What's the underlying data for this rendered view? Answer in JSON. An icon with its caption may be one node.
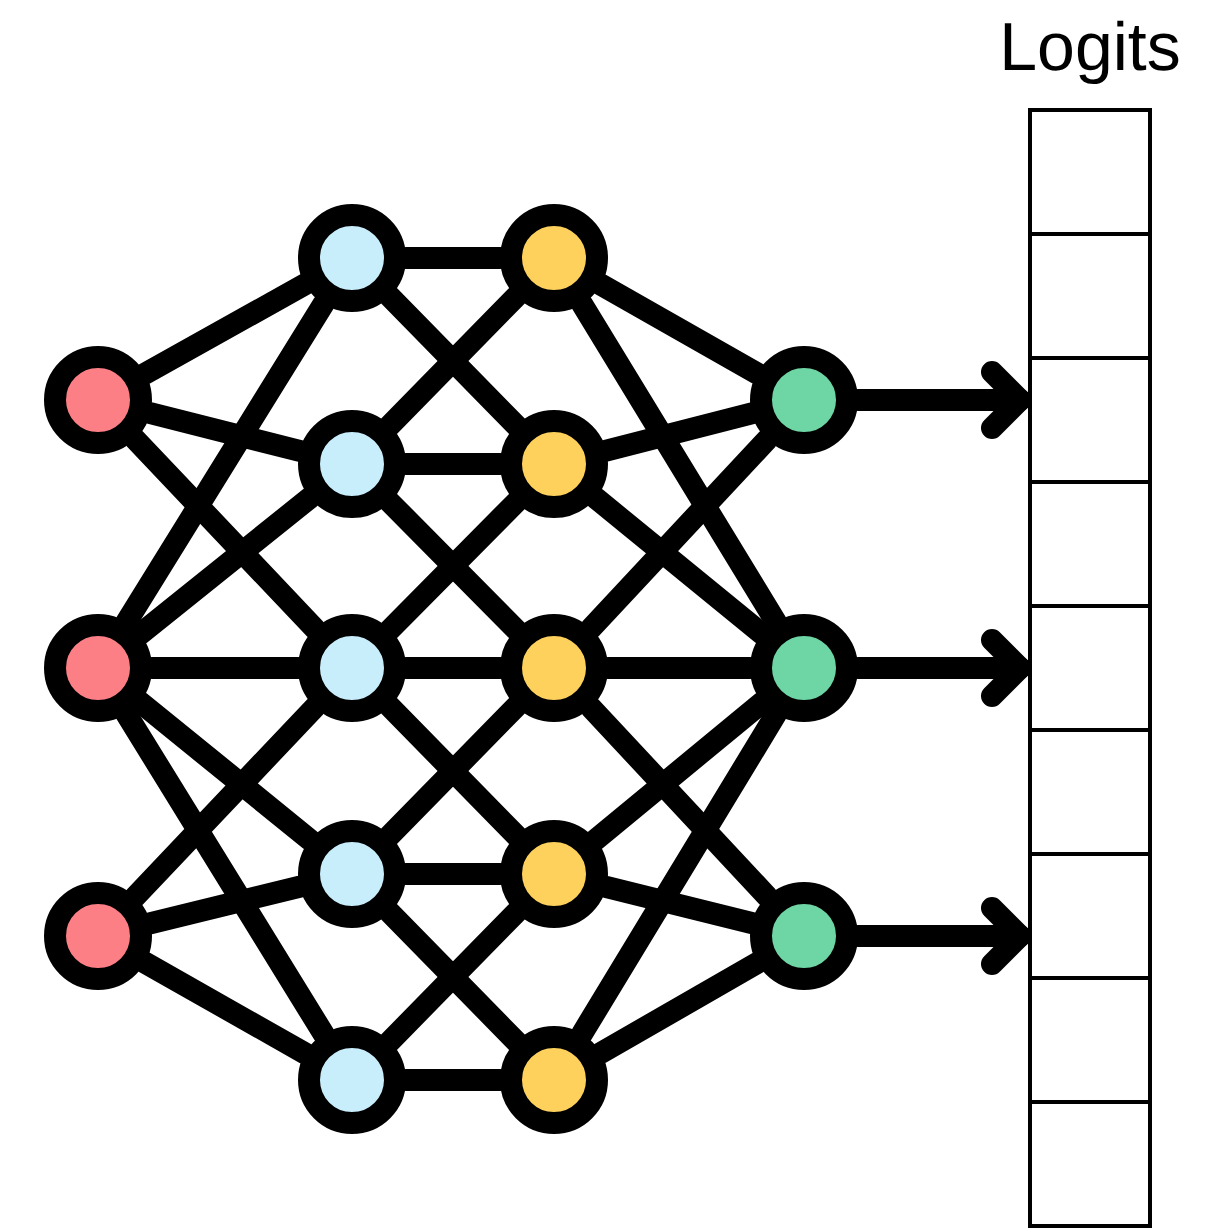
{
  "diagram": {
    "nodes": [
      {
        "text": [],
        "shape": "circle"
      },
      {
        "text": [],
        "shape": "circle"
      },
      {
        "text": [],
        "shape": "circle"
      },
      {
        "text": [],
        "shape": "circle"
      },
      {
        "text": [],
        "shape": "circle"
      },
      {
        "text": [],
        "shape": "circle"
      },
      {
        "text": [],
        "shape": "circle"
      },
      {
        "text": [],
        "shape": "circle"
      },
      {
        "text": [],
        "shape": "circle"
      },
      {
        "text": [],
        "shape": "circle"
      },
      {
        "text": [],
        "shape": "circle"
      },
      {
        "text": [],
        "shape": "circle"
      },
      {
        "text": [],
        "shape": "circle"
      },
      {
        "text": [],
        "shape": "circle"
      },
      {
        "text": [],
        "shape": "circle"
      },
      {
        "text": [],
        "shape": "circle"
      },
      {
        "text": [
          "Logits"
        ]
      },
      {
        "text": [],
        "shape": "box",
        "in": 16
      },
      {
        "text": [],
        "shape": "box",
        "in": 16
      },
      {
        "text": [],
        "shape": "box",
        "in": 16
      },
      {
        "text": [],
        "shape": "box",
        "in": 16
      },
      {
        "text": [],
        "shape": "box",
        "in": 16
      },
      {
        "text": [],
        "shape": "box",
        "in": 16
      },
      {
        "text": [],
        "shape": "box",
        "in": 16
      },
      {
        "text": [],
        "shape": "box",
        "in": 16
      },
      {
        "text": [],
        "shape": "box",
        "in": 16
      }
    ],
    "edges": [
      {
        "from": 0,
        "to": 3,
        "arrow": "none"
      },
      {
        "from": 0,
        "to": 4,
        "arrow": "none"
      },
      {
        "from": 0,
        "to": 5,
        "arrow": "none"
      },
      {
        "from": 1,
        "to": 3,
        "arrow": "none"
      },
      {
        "from": 1,
        "to": 4,
        "arrow": "none"
      },
      {
        "from": 1,
        "to": 5,
        "arrow": "none"
      },
      {
        "from": 1,
        "to": 6,
        "arrow": "none"
      },
      {
        "from": 1,
        "to": 7,
        "arrow": "none"
      },
      {
        "from": 2,
        "to": 5,
        "arrow": "none"
      },
      {
        "from": 2,
        "to": 6,
        "arrow": "none"
      },
      {
        "from": 2,
        "to": 7,
        "arrow": "none"
      },
      {
        "from": 3,
        "to": 8,
        "arrow": "none"
      },
      {
        "from": 3,
        "to": 9,
        "arrow": "none"
      },
      {
        "from": 4,
        "to": 8,
        "arrow": "none"
      },
      {
        "from": 4,
        "to": 9,
        "arrow": "none"
      },
      {
        "from": 4,
        "to": 10,
        "arrow": "none"
      },
      {
        "from": 5,
        "to": 9,
        "arrow": "none"
      },
      {
        "from": 5,
        "to": 10,
        "arrow": "none"
      },
      {
        "from": 5,
        "to": 11,
        "arrow": "none"
      },
      {
        "from": 6,
        "to": 10,
        "arrow": "none"
      },
      {
        "from": 6,
        "to": 11,
        "arrow": "none"
      },
      {
        "from": 6,
        "to": 12,
        "arrow": "none"
      },
      {
        "from": 7,
        "to": 11,
        "arrow": "none"
      },
      {
        "from": 7,
        "to": 12,
        "arrow": "none"
      },
      {
        "from": 8,
        "to": 13,
        "arrow": "none"
      },
      {
        "from": 8,
        "to": 14,
        "arrow": "none"
      },
      {
        "from": 9,
        "to": 13,
        "arrow": "none"
      },
      {
        "from": 9,
        "to": 14,
        "arrow": "none"
      },
      {
        "from": 10,
        "to": 13,
        "arrow": "none"
      },
      {
        "from": 10,
        "to": 14,
        "arrow": "none"
      },
      {
        "from": 10,
        "to": 15,
        "arrow": "none"
      },
      {
        "from": 11,
        "to": 14,
        "arrow": "none"
      },
      {
        "from": 11,
        "to": 15,
        "arrow": "none"
      },
      {
        "from": 12,
        "to": 14,
        "arrow": "none"
      },
      {
        "from": 12,
        "to": 15,
        "arrow": "none"
      },
      {
        "from": 13,
        "to": 19,
        "arrow": "to"
      },
      {
        "from": 14,
        "to": 21,
        "arrow": "to"
      },
      {
        "from": 15,
        "to": 23,
        "arrow": "to"
      }
    ]
  }
}
